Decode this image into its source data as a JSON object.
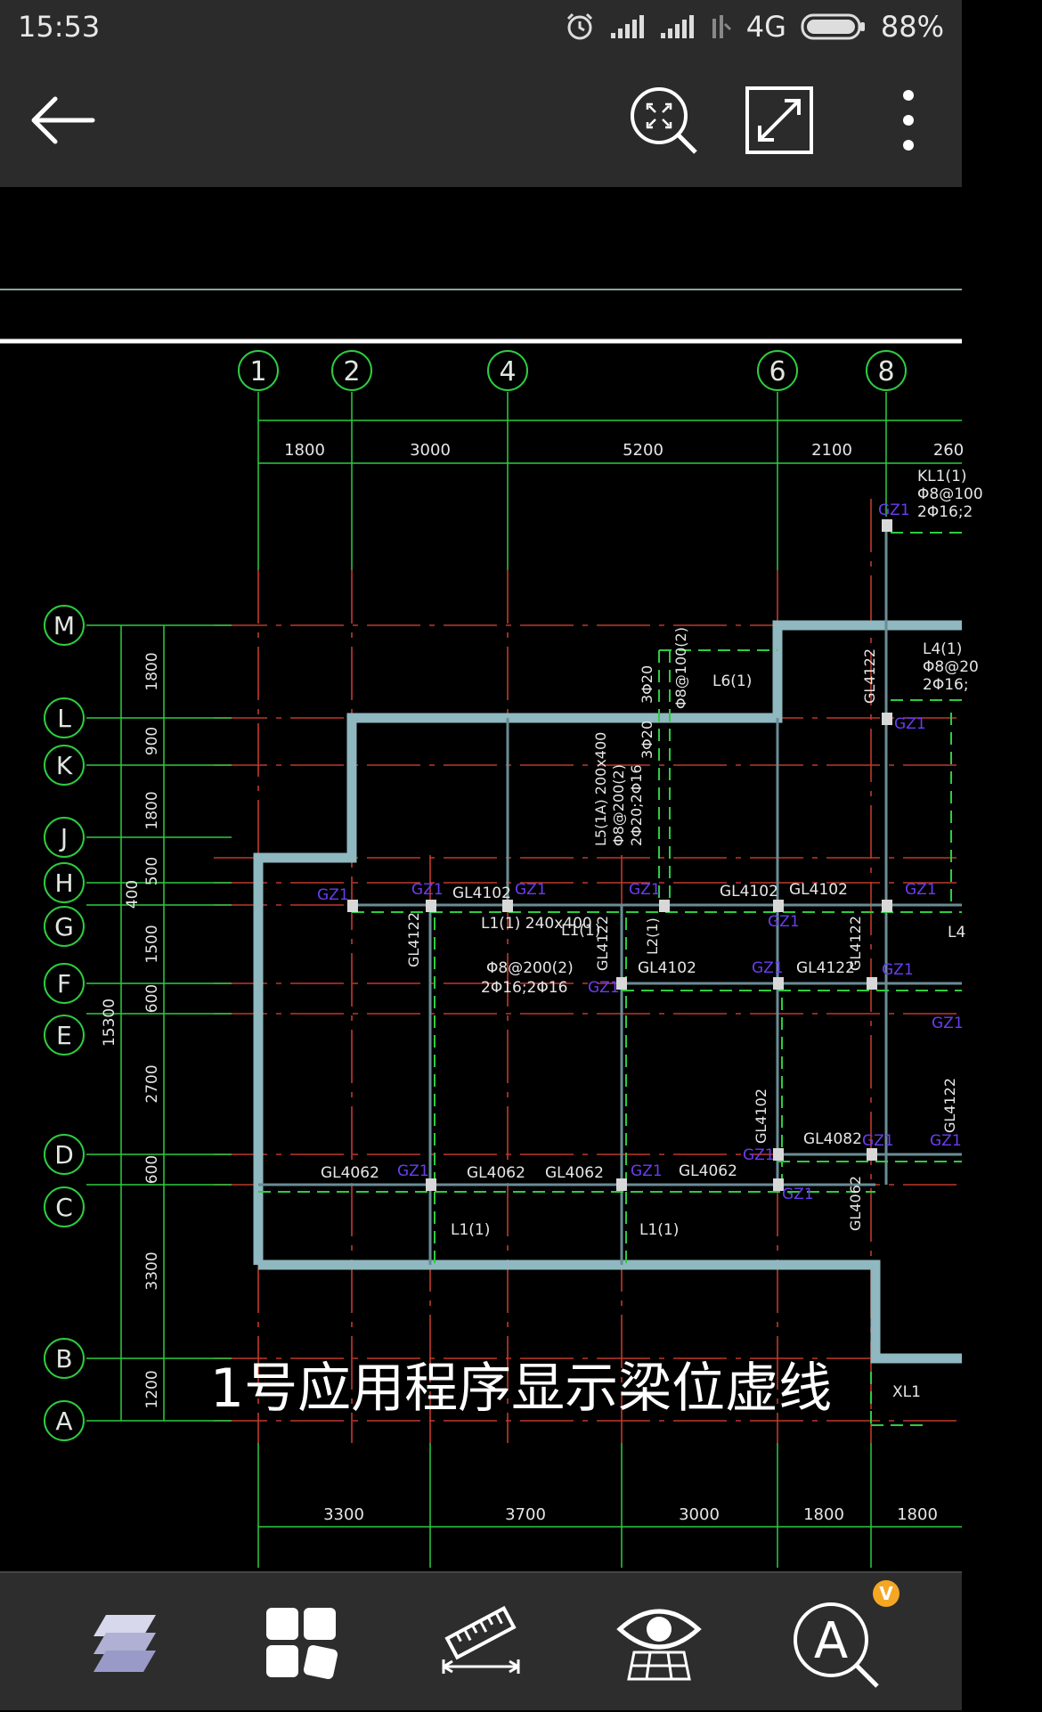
{
  "status_bar": {
    "time": "15:53",
    "network": "4G",
    "battery_percent": "88%",
    "icons": [
      "alarm-icon",
      "signal-icon",
      "signal-icon",
      "no-signal-icon",
      "battery-icon"
    ]
  },
  "toolbar": {
    "icons": [
      "back-arrow-icon",
      "zoom-extents-icon",
      "fullscreen-icon",
      "more-vertical-icon"
    ]
  },
  "overlay_caption": "1号应用程序显示梁位虚线",
  "drawing": {
    "axis_top": [
      "1",
      "2",
      "4",
      "6",
      "8"
    ],
    "axis_left": [
      "M",
      "L",
      "K",
      "J",
      "H",
      "G",
      "F",
      "E",
      "D",
      "C",
      "B",
      "A"
    ],
    "top_dims": [
      "1800",
      "3000",
      "5200",
      "2100",
      "260"
    ],
    "bottom_dims": [
      "3300",
      "3700",
      "3000",
      "1800",
      "1800"
    ],
    "left_dims": [
      "1800",
      "900",
      "1800",
      "500",
      "400",
      "1500",
      "600",
      "2700",
      "600",
      "3300",
      "1200"
    ],
    "total_dim": "15300",
    "beam_labels": {
      "kl1_a": "KL1(1)",
      "kl1_b": "Φ8@100",
      "kl1_c": "2Φ16;2",
      "l4_a": "L4(1)",
      "l4_b": "Φ8@20",
      "l4_c": "2Φ16;",
      "l6": "L6(1)",
      "l5_a": "L5(1A) 200x400",
      "l5_b": "Φ8@200(2)",
      "l5_c": "2Φ20;2Φ16",
      "v_3q20_a": "3Φ20",
      "v_3q20_b": "3Φ20",
      "v_q8": "Φ8@100(2)",
      "l1_a": "L1(1) 240x400",
      "l1_b": "Φ8@200(2)",
      "l1_c": "2Φ16;2Φ16",
      "l1_small_1": "L1(1)",
      "l2_small": "L2(1)",
      "l1_bottom_1": "L1(1)",
      "l1_bottom_2": "L1(1)",
      "xl1": "XL1",
      "gl4102_a": "GL4102",
      "gl4102_b": "GL4102",
      "gl4102_c": "GL4102",
      "gl4102_d": "GL4102",
      "gl4122_a": "GL4122",
      "gl4122_b": "GL4122",
      "gl4122_c": "GL4122",
      "gl4122_d": "GL4122",
      "gl4122_e": "GL4122",
      "gl4122_f": "GL4122",
      "gl4102_v": "GL4102",
      "gl4062_a": "GL4062",
      "gl4062_b": "GL4062",
      "gl4062_c": "GL4062",
      "gl4062_d": "GL4062",
      "gl4062_v": "GL4062",
      "gl4082": "GL4082",
      "l4_small": "L4"
    },
    "column_label": "GZ1"
  },
  "bottom_bar": {
    "icons": [
      "layers-icon",
      "layout-icon",
      "measure-icon",
      "view-icon",
      "text-search-icon"
    ],
    "badge": "V"
  },
  "colors": {
    "axis_green": "#2ecc40",
    "grid_red": "#c0392b",
    "wall_cyan": "#8fb8c0",
    "column_label": "#6a3df0",
    "bar_bg": "#2b2b2b"
  }
}
